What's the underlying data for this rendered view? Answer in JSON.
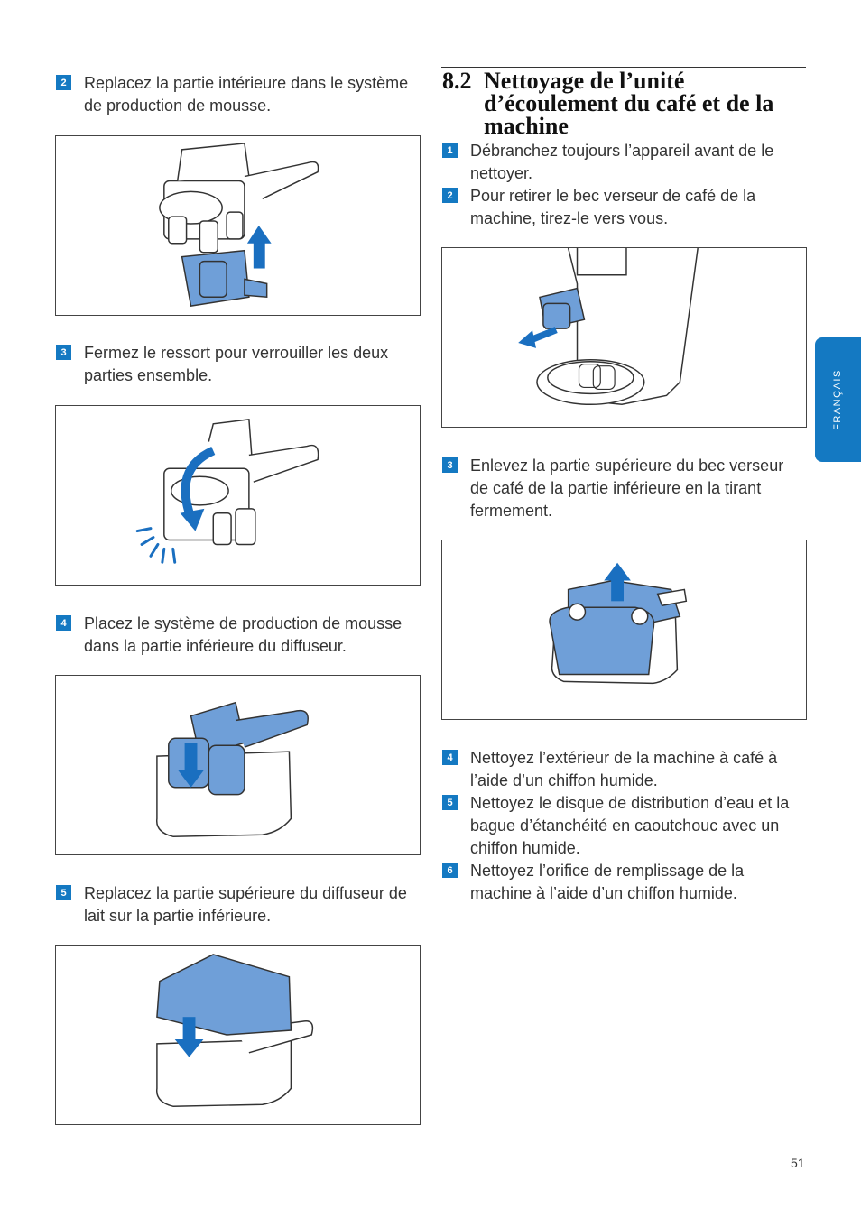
{
  "left_steps": [
    {
      "num": "2",
      "text": "Replacez la partie intérieure dans le système de production de mousse."
    },
    {
      "num": "3",
      "text": "Fermez le ressort pour verrouiller les deux parties ensemble."
    },
    {
      "num": "4",
      "text": "Placez le système de production de mousse dans la partie inférieure du diffuseur."
    },
    {
      "num": "5",
      "text": "Replacez la partie supérieure du diffuseur de lait sur la partie inférieure."
    }
  ],
  "section": {
    "number": "8.2",
    "title": "Nettoyage de l’unité d’écoulement du café et de la machine"
  },
  "right_steps_a": [
    {
      "num": "1",
      "text": "Débranchez toujours l’appareil avant de le nettoyer."
    },
    {
      "num": "2",
      "text": "Pour retirer le bec verseur de café de la machine, tirez-le vers vous."
    }
  ],
  "right_step_3": {
    "num": "3",
    "text": "Enlevez la partie supérieure du bec verseur de café de la partie inférieure en la tirant fermement."
  },
  "right_steps_b": [
    {
      "num": "4",
      "text": "Nettoyez l’extérieur de la machine à café à l’aide d’un chiffon humide."
    },
    {
      "num": "5",
      "text": "Nettoyez le disque de distribution d’eau et la bague d’étanchéité en caoutchouc avec un chiffon humide."
    },
    {
      "num": "6",
      "text": "Nettoyez l’orifice de remplissage de la machine à l’aide d’un chiffon humide."
    }
  ],
  "side_tab": "FRANÇAIS",
  "page_number": "51",
  "colors": {
    "accent": "#1479c2",
    "part_blue": "#6f9fd8",
    "arrow_blue": "#1a6fc0"
  }
}
